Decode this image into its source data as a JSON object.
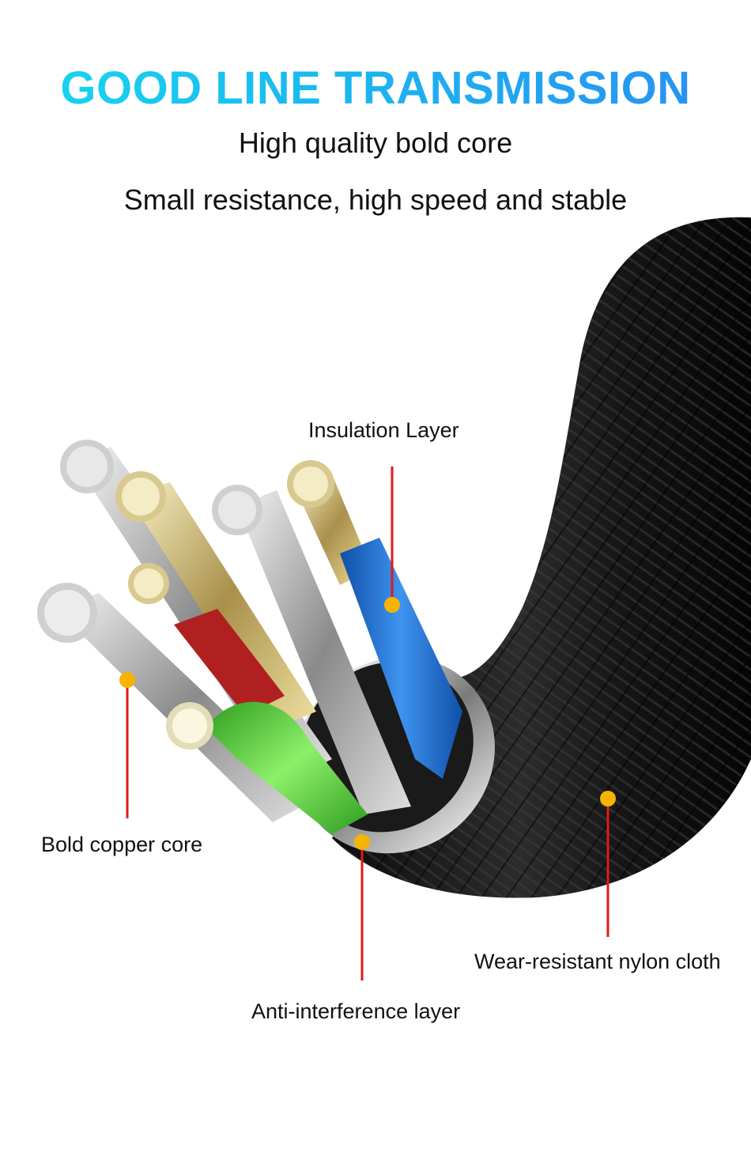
{
  "header": {
    "title": "GOOD LINE TRANSMISSION",
    "subtitle_1": "High quality bold core",
    "subtitle_2": "Small resistance, high speed and stable"
  },
  "callouts": {
    "insulation": "Insulation Layer",
    "copper": "Bold copper core",
    "nylon": "Wear-resistant nylon cloth",
    "anti_interference": "Anti-interference layer"
  },
  "colors": {
    "title_gradient_start": "#18d8ee",
    "title_gradient_end": "#2a8ef2",
    "leader_line": "#e01a1a",
    "leader_dot": "#f5b400",
    "insulation_blue": "#1a6fd0",
    "insulation_green": "#5ad63c",
    "insulation_red": "#b02020",
    "braid_black": "#1a1a1a"
  }
}
